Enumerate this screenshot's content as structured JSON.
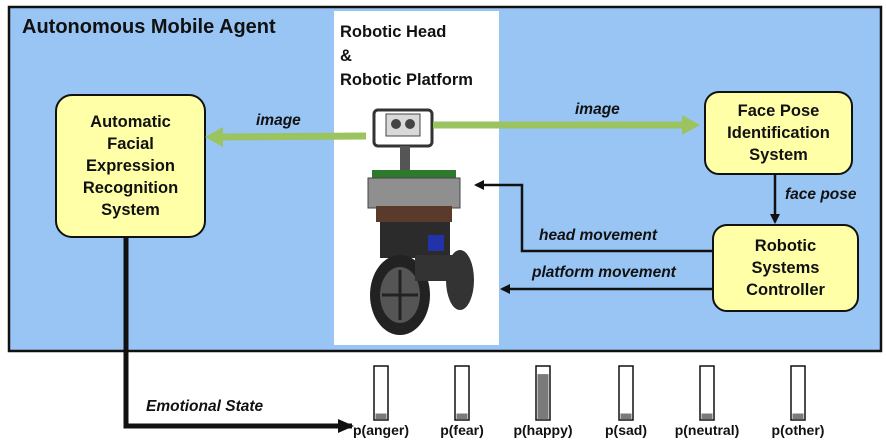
{
  "agent_title": "Autonomous Mobile Agent",
  "robot_caption": [
    "Robotic Head",
    "&",
    "Robotic Platform"
  ],
  "afer_lines": [
    "Automatic",
    "Facial",
    "Expression",
    "Recognition",
    "System"
  ],
  "fpis_lines": [
    "Face Pose",
    "Identification",
    "System"
  ],
  "rsc_lines": [
    "Robotic",
    "Systems",
    "Controller"
  ],
  "edge_labels": {
    "image_left": "image",
    "image_right": "image",
    "face_pose": "face pose",
    "head_movement": "head movement",
    "platform_movement": "platform movement",
    "emotional_state": "Emotional State"
  },
  "emotions": [
    {
      "label": "p(anger)",
      "level": 0.12
    },
    {
      "label": "p(fear)",
      "level": 0.12
    },
    {
      "label": "p(happy)",
      "level": 0.85
    },
    {
      "label": "p(sad)",
      "level": 0.12
    },
    {
      "label": "p(neutral)",
      "level": 0.12
    },
    {
      "label": "p(other)",
      "level": 0.12
    }
  ],
  "colors": {
    "panel": "#99c5f5",
    "box": "#ffffa8",
    "image_arrow": "#9bc35f",
    "bar_fill": "#7a7a7a"
  }
}
